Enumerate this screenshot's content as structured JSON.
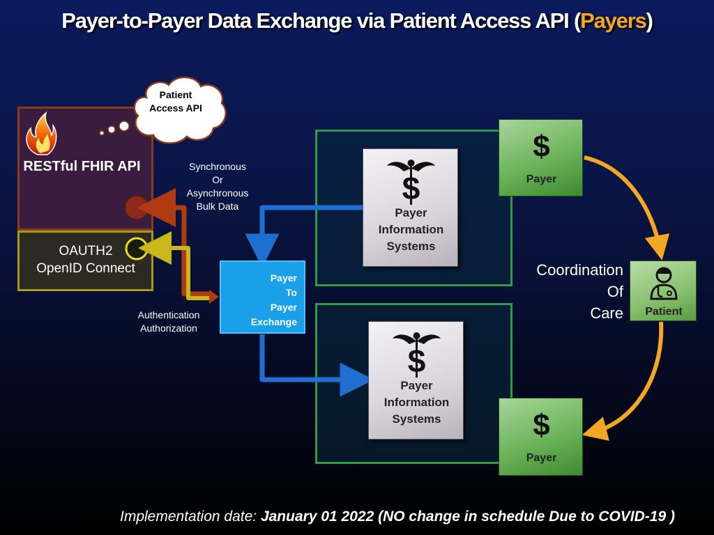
{
  "title": {
    "main": "Payer-to-Payer Data Exchange via Patient Access API (",
    "highlight": "Payers",
    "close": ")"
  },
  "cloud": {
    "text": "Patient Access API"
  },
  "fhir": {
    "label": "RESTful FHIR API"
  },
  "oauth": {
    "line1": "OAUTH2",
    "line2": "OpenID Connect"
  },
  "sync_note": {
    "l1": "Synchronous",
    "l2": "Or",
    "l3": "Asynchronous",
    "l4": "Bulk Data"
  },
  "auth_note": {
    "l1": "Authentication",
    "l2": "Authorization"
  },
  "exchange": {
    "l1": "Payer",
    "l2": "To",
    "l3": "Payer",
    "l4": "Exchange"
  },
  "pis_top": {
    "l1": "Payer",
    "l2": "Information",
    "l3": "Systems"
  },
  "pis_bottom": {
    "l1": "Payer",
    "l2": "Information",
    "l3": "Systems"
  },
  "payer_top": {
    "symbol": "$",
    "label": "Payer"
  },
  "payer_bottom": {
    "symbol": "$",
    "label": "Payer"
  },
  "coordination": {
    "l1": "Coordination",
    "l2": "Of",
    "l3": "Care"
  },
  "patient": {
    "label": "Patient"
  },
  "footer": {
    "prefix": "Implementation date: ",
    "date": "January 01 2022 (NO change in schedule Due to COVID-19 )"
  },
  "colors": {
    "accent_orange": "#f5a623",
    "exchange_blue": "#1aa0e8",
    "frame_green": "#2e9a4a",
    "arrow_red": "#b03a12",
    "arrow_yellow": "#c9b81a"
  },
  "icons": [
    "flame-icon",
    "caduceus-dollar-icon",
    "patient-doctor-icon"
  ]
}
